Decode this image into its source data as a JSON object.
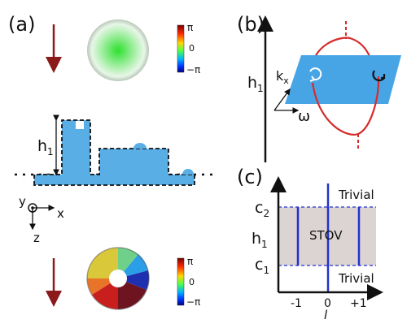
{
  "panels": {
    "a": {
      "label": "(a)",
      "colorbar_top": {
        "max": "π",
        "mid": "0",
        "min": "−π"
      },
      "colorbar_bottom": {
        "max": "π",
        "mid": "0",
        "min": "−π"
      },
      "step_height_label": "h",
      "step_height_sub": "1",
      "axes": {
        "y": "y",
        "x": "x",
        "z": "z"
      }
    },
    "b": {
      "label": "(b)",
      "height_label": "h",
      "height_sub": "1",
      "kx": "k",
      "kx_sub": "x",
      "omega": "ω"
    },
    "c": {
      "label": "(c)",
      "y_c2": "c",
      "y_c2_sub": "2",
      "y_h1": "h",
      "y_h1_sub": "1",
      "y_c1": "c",
      "y_c1_sub": "1",
      "region_top": "Trivial",
      "region_middle": "STOV",
      "region_bottom": "Trivial",
      "x_ticks": [
        "-1",
        "0",
        "+1"
      ],
      "x_axis_label": "l"
    }
  },
  "colors": {
    "structure": "#5aaee6",
    "plane": "#47a5e6",
    "arrow": "#8b1a1a",
    "loop": "#d62b2b",
    "band": "#dcd3d3",
    "lines": "#2233cc"
  }
}
